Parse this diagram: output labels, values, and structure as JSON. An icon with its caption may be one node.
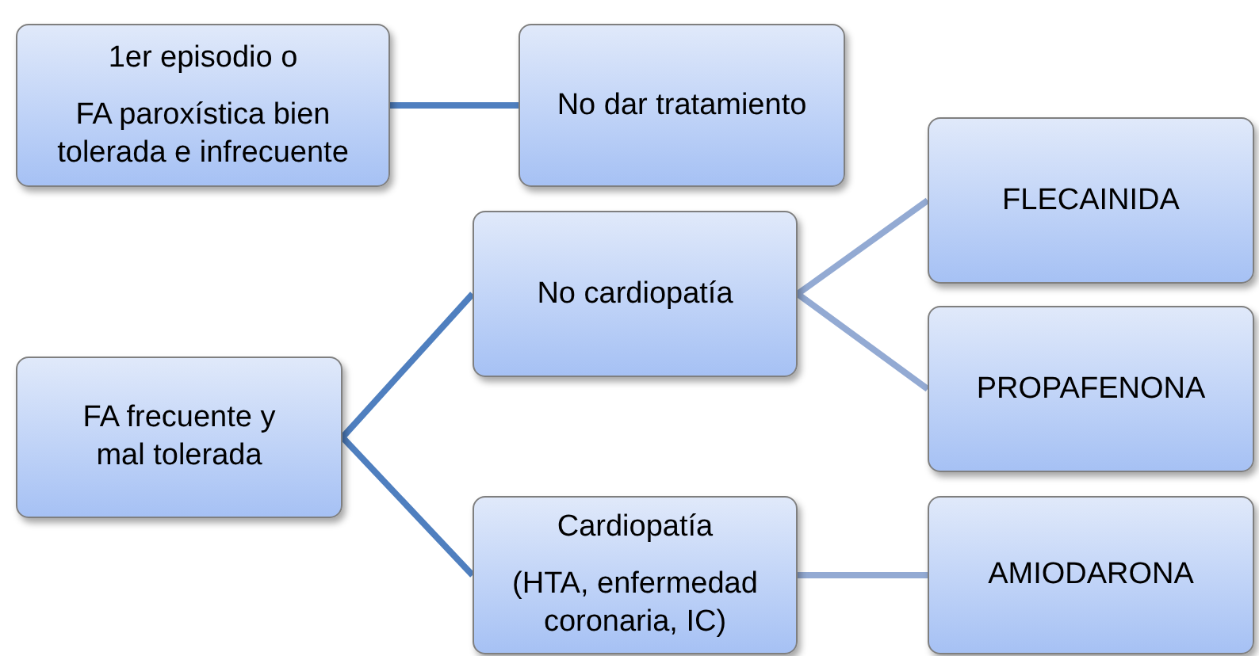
{
  "diagram": {
    "nodes": [
      {
        "text": [
          "1er episodio o",
          "FA paroxística bien tolerada e infrecuente"
        ]
      },
      {
        "text": [
          "No dar tratamiento"
        ]
      },
      {
        "text": [
          "FA frecuente y mal tolerada"
        ]
      },
      {
        "text": [
          "No cardiopatía"
        ]
      },
      {
        "text": [
          "Cardiopatía",
          "(HTA, enfermedad coronaria, IC)"
        ]
      },
      {
        "text": [
          "FLECAINIDA"
        ]
      },
      {
        "text": [
          "PROPAFENONA"
        ]
      },
      {
        "text": [
          "AMIODARONA"
        ]
      }
    ],
    "edges": [
      {
        "from": 0,
        "to": 1,
        "arrow": "none"
      },
      {
        "from": 2,
        "to": 3,
        "arrow": "none"
      },
      {
        "from": 2,
        "to": 4,
        "arrow": "none"
      },
      {
        "from": 3,
        "to": 5,
        "arrow": "none",
        "color": "#93aad3"
      },
      {
        "from": 3,
        "to": 6,
        "arrow": "none",
        "color": "#93aad3"
      },
      {
        "from": 4,
        "to": 7,
        "arrow": "none",
        "color": "#93aad3"
      }
    ]
  }
}
